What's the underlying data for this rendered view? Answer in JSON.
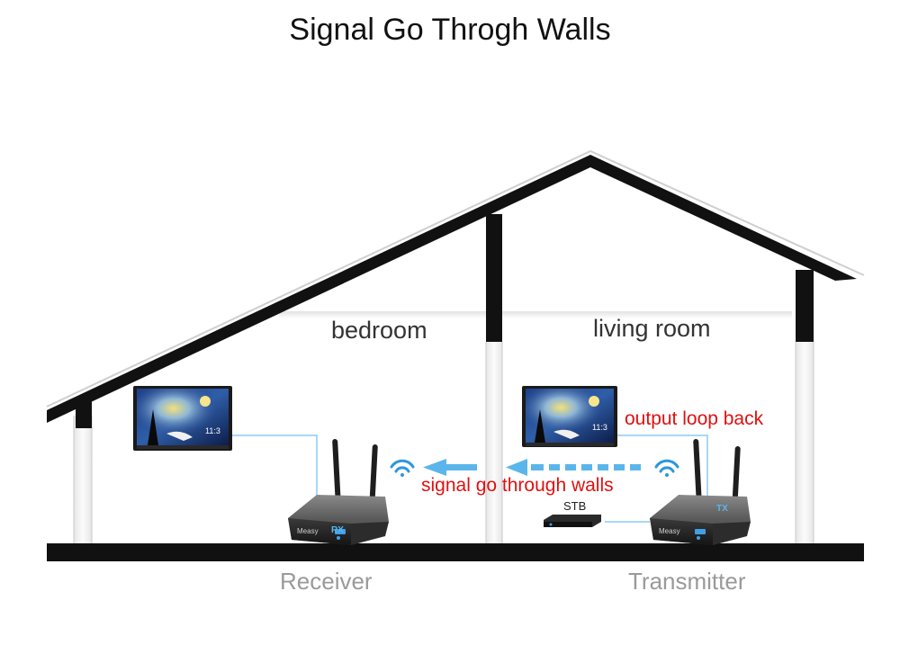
{
  "title": "Signal Go Throgh Walls",
  "rooms": {
    "bedroom": "bedroom",
    "living_room": "living room"
  },
  "annotations": {
    "loop_back": "output loop back",
    "through_walls": "signal go through walls",
    "stb": "STB"
  },
  "devices": {
    "receiver": "Receiver",
    "transmitter": "Transmitter",
    "receiver_badge": "RX",
    "transmitter_badge": "TX",
    "brand": "Measy"
  },
  "tv_time": "11:3",
  "colors": {
    "roof": "#111111",
    "wall": "#d8d8d8",
    "signal": "#5ab6ea",
    "annotation": "#e01010",
    "device_label": "#9a9a9a"
  }
}
